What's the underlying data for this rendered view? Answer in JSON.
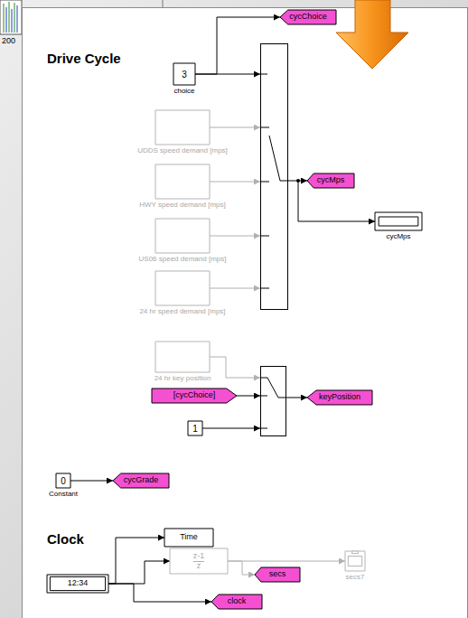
{
  "diagram": {
    "title": "Drive Cycle",
    "nodes": [
      {
        "text": [
          "cycChoice"
        ]
      },
      {
        "text": [
          "3",
          "choice"
        ]
      },
      {
        "text": [
          "UDDS speed demand [mps]"
        ]
      },
      {
        "text": [
          "cycMps"
        ]
      },
      {
        "text": [
          "HWY speed demand [mps]"
        ]
      },
      {
        "text": [
          "cycMps"
        ]
      },
      {
        "text": [
          "US06 speed demand [mps]"
        ]
      },
      {
        "text": [
          "24 hr speed demand [mps]"
        ]
      },
      {
        "text": [
          "24 hr key position"
        ]
      },
      {
        "text": [
          "[cycChoice]"
        ]
      },
      {
        "text": [
          "keyPosition"
        ]
      },
      {
        "text": [
          "1"
        ]
      },
      {
        "text": [
          "0",
          "Constant"
        ]
      },
      {
        "text": [
          "cycGrade"
        ]
      },
      {
        "text": [
          "Time"
        ]
      },
      {
        "text": [
          "12:34"
        ]
      },
      {
        "text": [
          "z-1",
          "z"
        ]
      },
      {
        "text": [
          "secs"
        ]
      },
      {
        "text": [
          "secs7"
        ]
      },
      {
        "text": [
          "clock"
        ]
      }
    ],
    "edges": [
      {
        "from": 1,
        "to": 0,
        "arrow": "to"
      },
      {
        "from": 12,
        "to": 13,
        "arrow": "to"
      },
      {
        "from": 15,
        "to": 14,
        "arrow": "to"
      },
      {
        "from": 15,
        "to": 16,
        "arrow": "to"
      },
      {
        "from": 15,
        "to": 19,
        "arrow": "to"
      },
      {
        "from": 16,
        "to": 17,
        "arrow": "to"
      },
      {
        "from": 16,
        "to": 18,
        "arrow": "to"
      }
    ],
    "labels": [
      "200",
      "Clock"
    ]
  }
}
